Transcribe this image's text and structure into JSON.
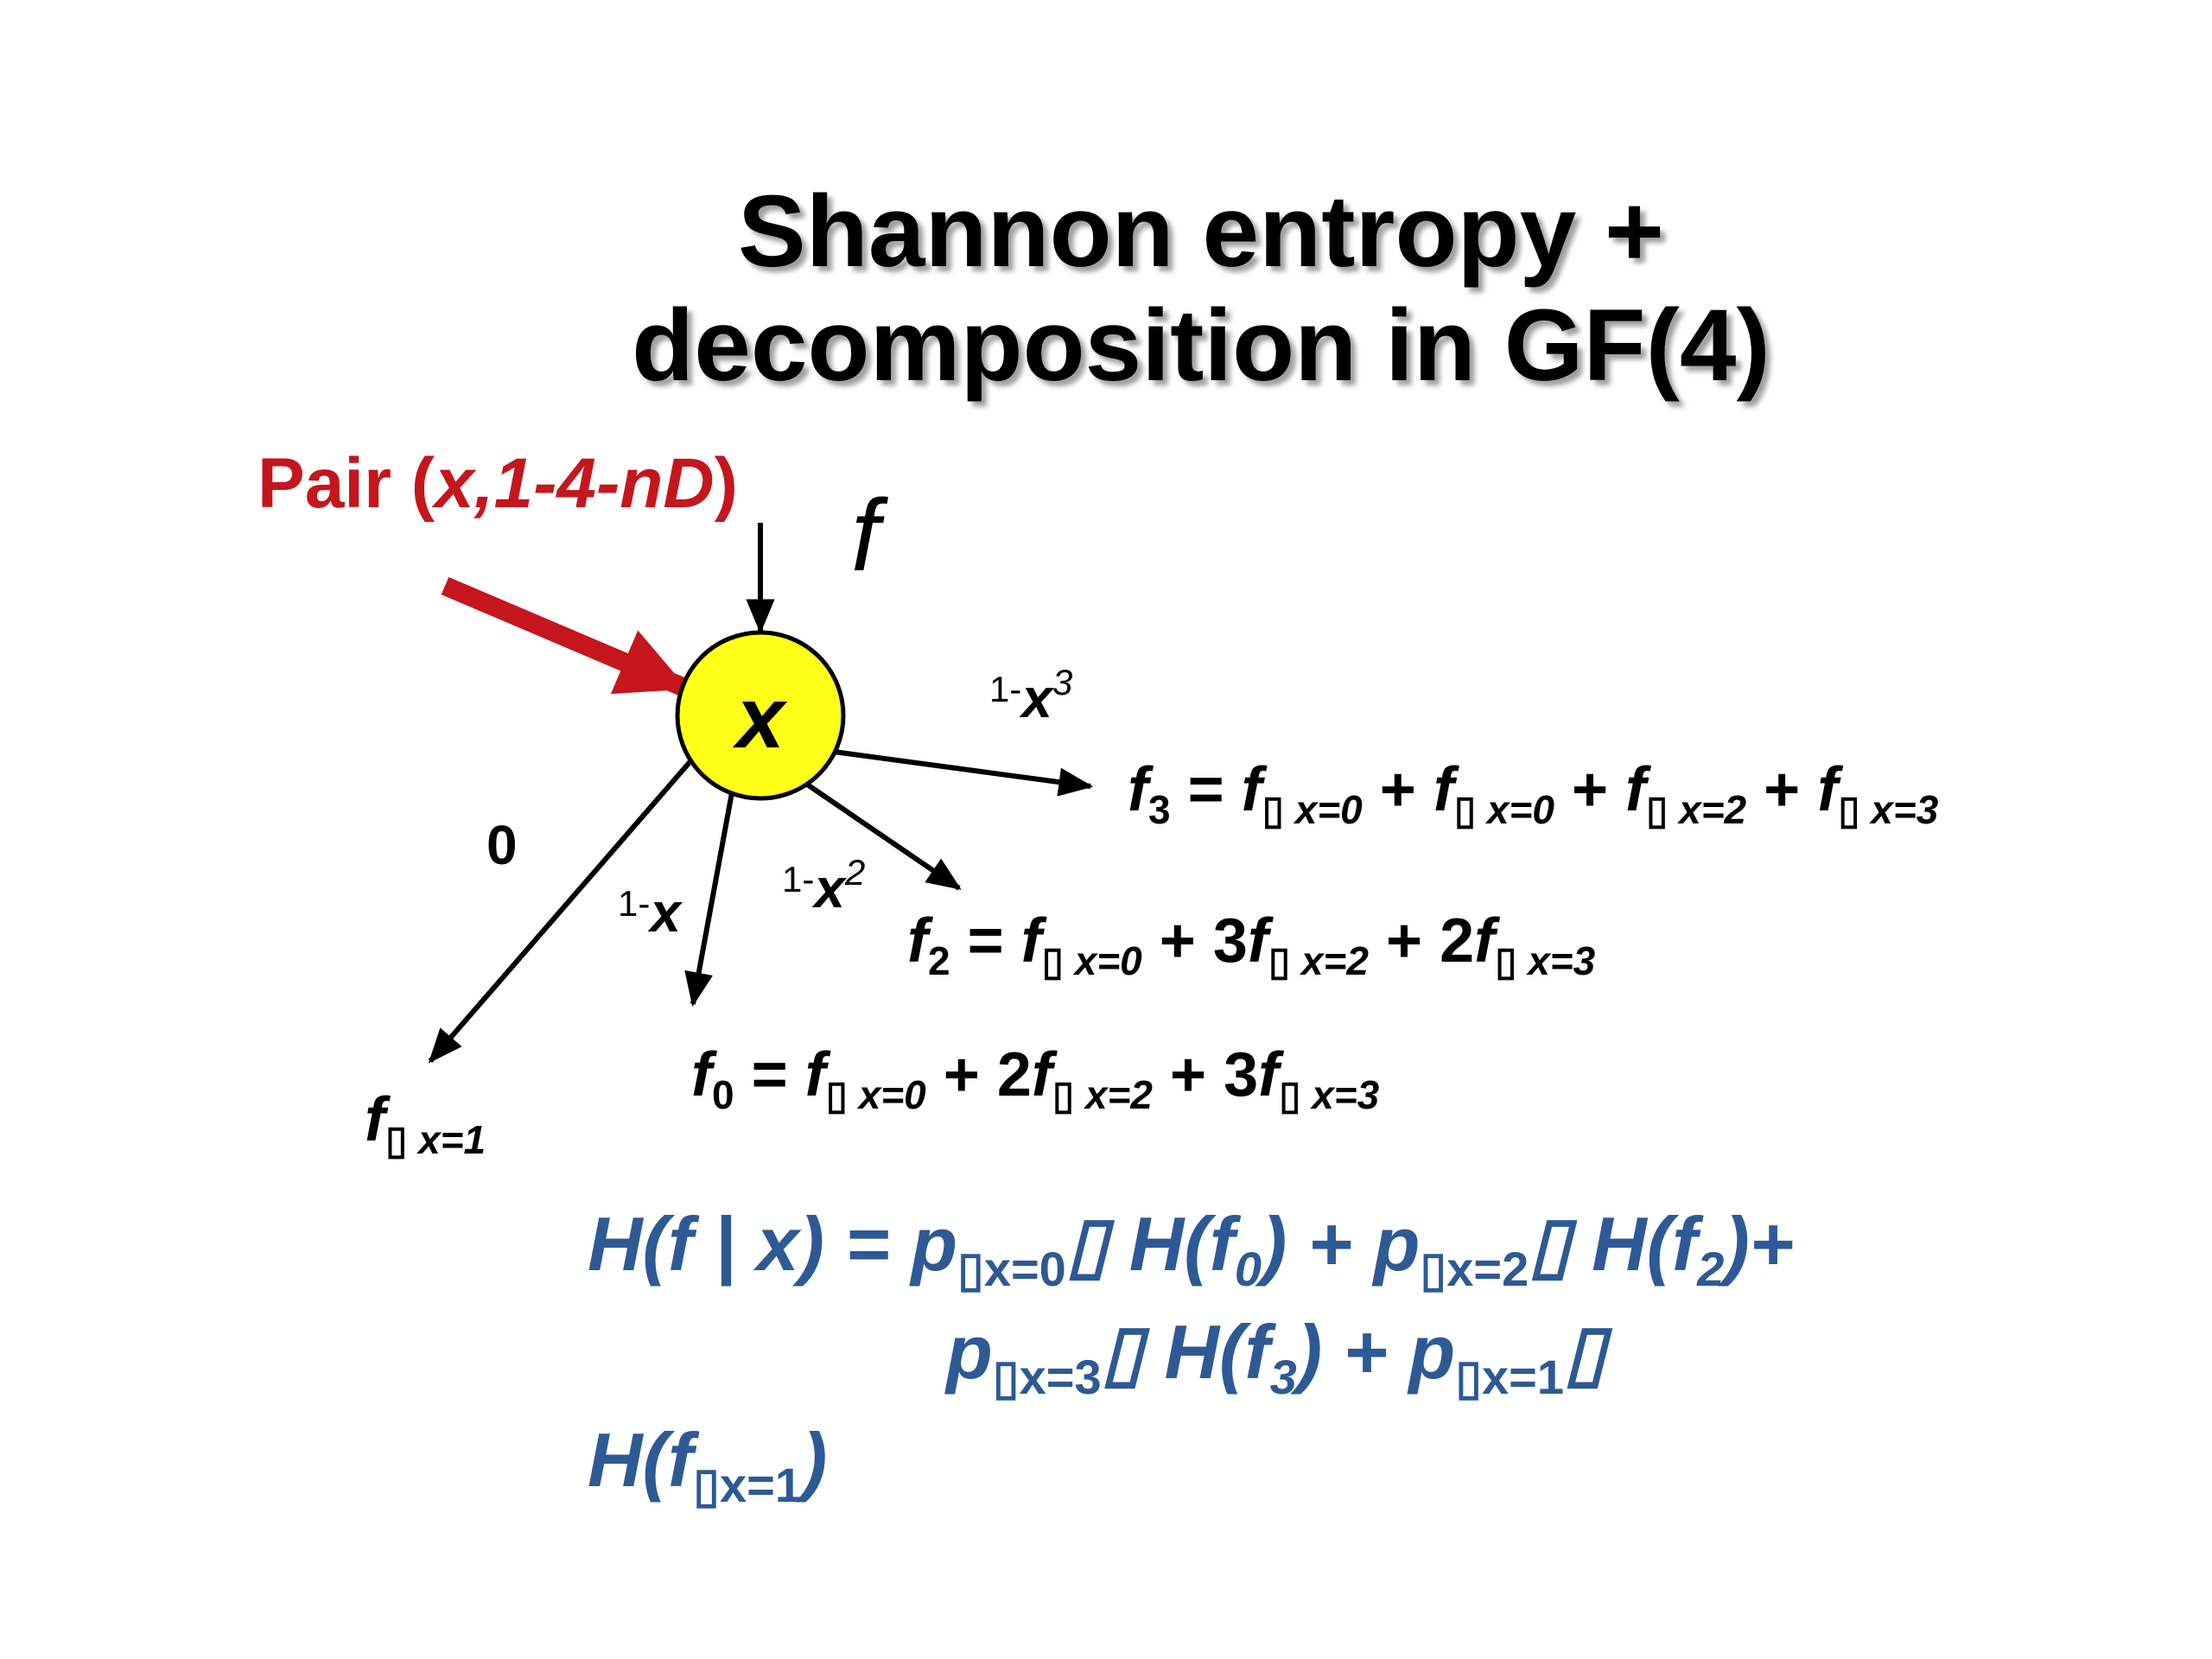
{
  "title": {
    "line1": "Shannon entropy +",
    "line2": "decomposition in GF(4)"
  },
  "pair_label": {
    "prefix": "Pair ",
    "open": "(",
    "args": "x,1-4-nD",
    "close": ")"
  },
  "input_label": "f",
  "node_label": "x",
  "edges": {
    "e0": "0",
    "e1": {
      "base": "1-",
      "var": "x"
    },
    "e2": {
      "base": "1-",
      "var": "x",
      "exp": "2"
    },
    "e3": {
      "base": "1-",
      "var": "x",
      "exp": "3"
    }
  },
  "equations": {
    "f3": {
      "lhs": "f",
      "lhs_sub": "3",
      "eq": " = ",
      "terms": [
        {
          "pre": "",
          "f": "f",
          "box": "▯",
          "sub": " x=0",
          "join": " + "
        },
        {
          "pre": "",
          "f": "f",
          "box": "▯",
          "sub": " x=0",
          "join": " + "
        },
        {
          "pre": "",
          "f": "f",
          "box": "▯",
          "sub": " x=2",
          "join": " + "
        },
        {
          "pre": "",
          "f": "f",
          "box": "▯",
          "sub": " x=3",
          "join": ""
        }
      ]
    },
    "f2": {
      "lhs": "f",
      "lhs_sub": "2",
      "eq": " = ",
      "terms": [
        {
          "pre": "",
          "f": "f",
          "box": "▯",
          "sub": " x=0",
          "join": " + "
        },
        {
          "pre": "3",
          "f": "f",
          "box": "▯",
          "sub": " x=2",
          "join": " + "
        },
        {
          "pre": "2",
          "f": "f",
          "box": "▯",
          "sub": " x=3",
          "join": ""
        }
      ]
    },
    "f0": {
      "lhs": "f",
      "lhs_sub": "0",
      "eq": " = ",
      "terms": [
        {
          "pre": "",
          "f": "f",
          "box": "▯",
          "sub": " x=0",
          "join": " + "
        },
        {
          "pre": "2",
          "f": "f",
          "box": "▯",
          "sub": " x=2",
          "join": " + "
        },
        {
          "pre": "3",
          "f": "f",
          "box": "▯",
          "sub": " x=3",
          "join": ""
        }
      ]
    },
    "f1": {
      "f": "f",
      "box": "▯",
      "sub": " x=1"
    }
  },
  "entropy": {
    "lhs": "H(f | x) = ",
    "p": "p",
    "box": "▯",
    "x0": "x=0",
    "x1": "x=1",
    "x2": "x=2",
    "x3": "x=3",
    "dot": "▯",
    "H_open": " H(",
    "f": "f",
    "s0": "0",
    "s2": "2",
    "s3": "3",
    "close": ")",
    "plus": " + ",
    "plus_tail": "+",
    "last_open": "H(",
    "last_f": "f"
  },
  "colors": {
    "node_fill": "#ffff1a",
    "red": "#c4161c",
    "blue": "#2d5a95",
    "black": "#000000"
  }
}
